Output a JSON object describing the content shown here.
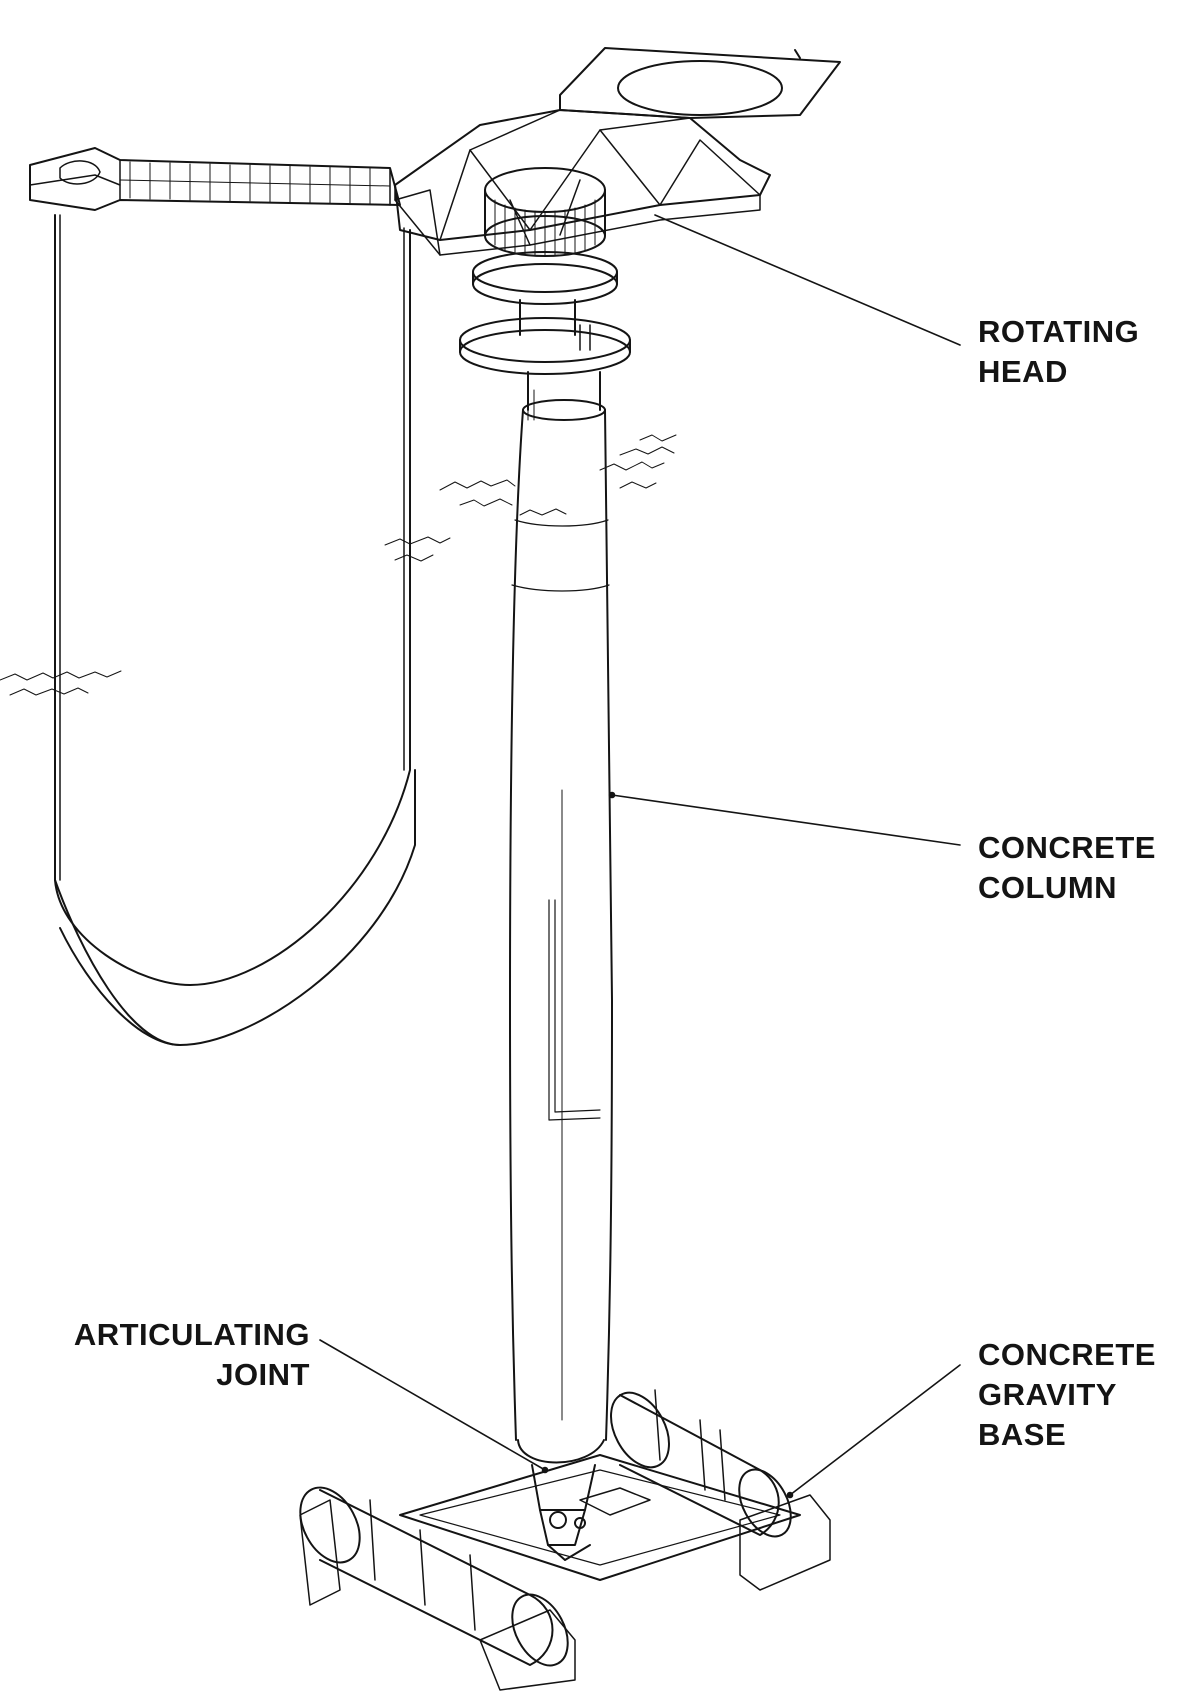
{
  "labels": {
    "rotating_head": [
      "ROTATING",
      "HEAD"
    ],
    "concrete_column": [
      "CONCRETE",
      "COLUMN"
    ],
    "articulating_joint": [
      "ARTICULATING",
      "JOINT"
    ],
    "concrete_gravity_base": [
      "CONCRETE",
      "GRAVITY",
      "BASE"
    ]
  },
  "colors": {
    "ink": "#141414",
    "background": "#ffffff"
  }
}
